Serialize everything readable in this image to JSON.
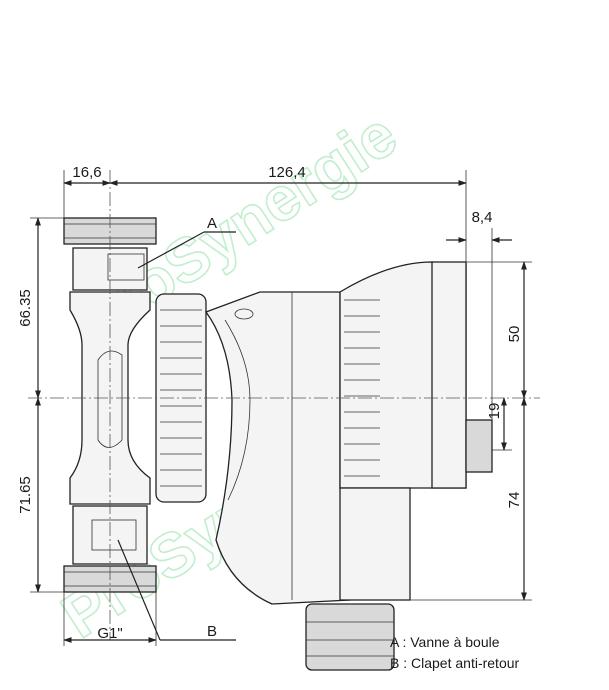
{
  "dimensions": {
    "left_offset": "16,6",
    "total_width": "126,4",
    "right_offset": "8,4",
    "upper_height": "66.35",
    "lower_height": "71.65",
    "top_to_center": "50",
    "center_to_box": "19",
    "center_to_bottom": "74",
    "thread": "G1\""
  },
  "callouts": {
    "a": "A",
    "b": "B"
  },
  "legend": {
    "a": "A : Vanne à boule",
    "b": "B : Clapet anti-retour"
  },
  "watermark": {
    "text": "ProSynergie",
    "color": "#b7ecc4"
  }
}
